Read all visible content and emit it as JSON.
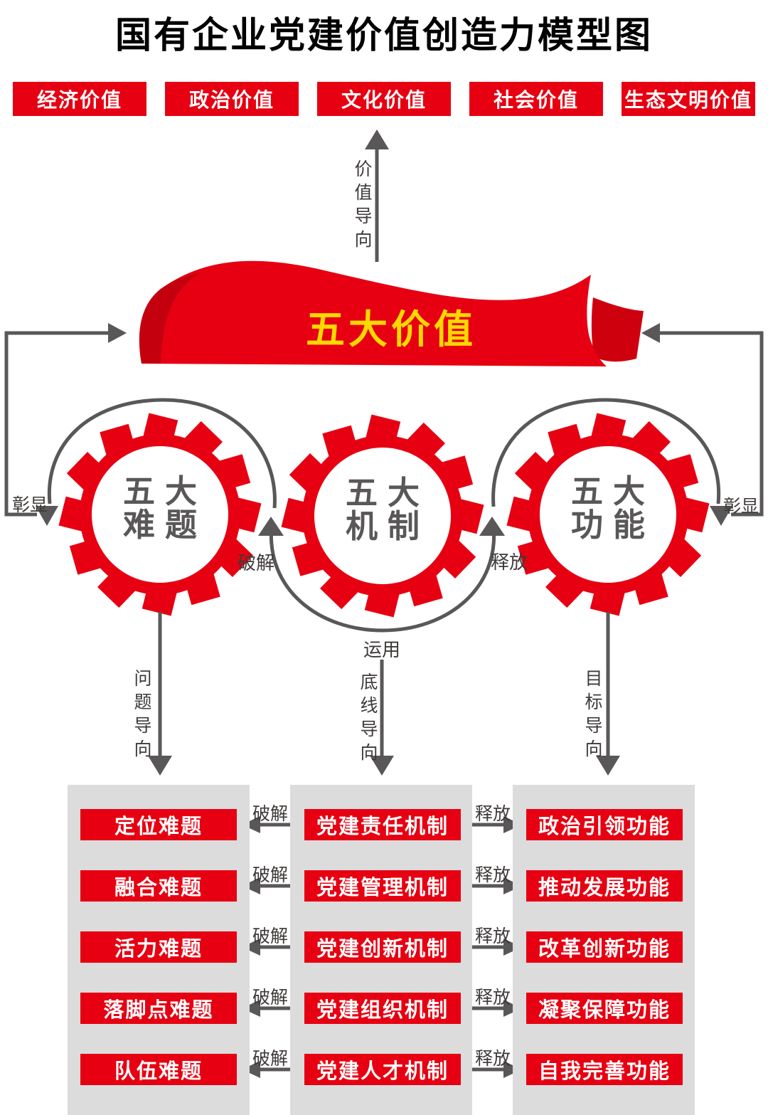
{
  "title": "国有企业党建价值创造力模型图",
  "colors": {
    "red": "#e60012",
    "banner_text_yellow": "#ffd800",
    "panel_gray": "#dcdcdd",
    "line_gray": "#595757",
    "label_gray": "#3e3a39"
  },
  "top_values": [
    "经济价值",
    "政治价值",
    "文化价值",
    "社会价值",
    "生态文明价值"
  ],
  "value_arrow_label": "价值导向",
  "banner": {
    "label": "五大价值"
  },
  "connectors": {
    "manifest": "彰显",
    "crack": "破解",
    "release": "释放",
    "apply": "运用"
  },
  "gears": [
    {
      "line1": "五大",
      "line2": "难题"
    },
    {
      "line1": "五大",
      "line2": "机制"
    },
    {
      "line1": "五大",
      "line2": "功能"
    }
  ],
  "orientation_arrows": [
    {
      "label": "问题导向"
    },
    {
      "label": "底线导向"
    },
    {
      "label": "目标导向"
    }
  ],
  "grid": {
    "crack_label": "破解",
    "release_label": "释放",
    "rows": [
      {
        "problem": "定位难题",
        "mechanism": "党建责任机制",
        "function": "政治引领功能"
      },
      {
        "problem": "融合难题",
        "mechanism": "党建管理机制",
        "function": "推动发展功能"
      },
      {
        "problem": "活力难题",
        "mechanism": "党建创新机制",
        "function": "改革创新功能"
      },
      {
        "problem": "落脚点难题",
        "mechanism": "党建组织机制",
        "function": "凝聚保障功能"
      },
      {
        "problem": "队伍难题",
        "mechanism": "党建人才机制",
        "function": "自我完善功能"
      }
    ]
  }
}
